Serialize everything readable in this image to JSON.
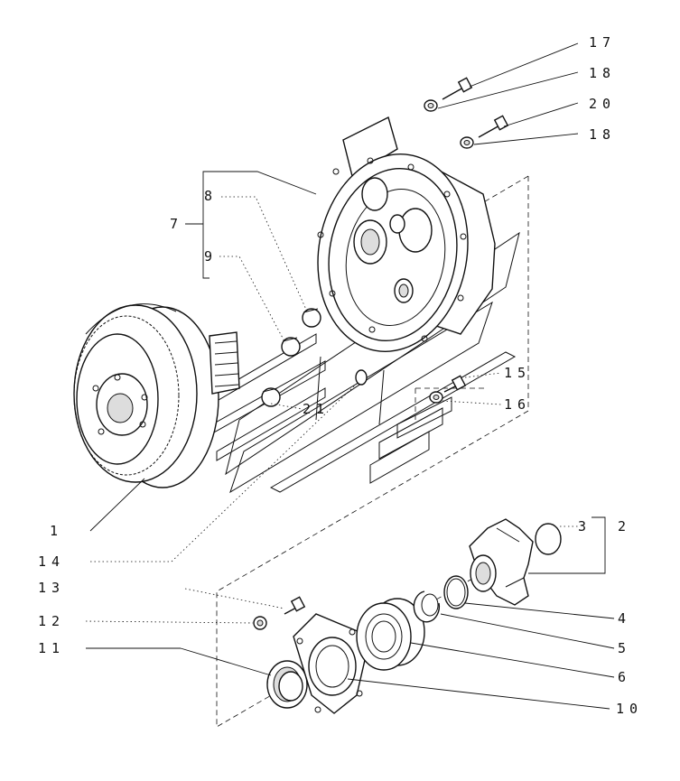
{
  "callouts": {
    "c17": "17",
    "c18a": "18",
    "c20": "20",
    "c18b": "18",
    "c7": "7",
    "c8": "8",
    "c9": "9",
    "c21": "21",
    "c15": "15",
    "c16": "16",
    "c1": "1",
    "c14": "14",
    "c13": "13",
    "c12": "12",
    "c11": "11",
    "c3": "3",
    "c2": "2",
    "c4": "4",
    "c5": "5",
    "c6": "6",
    "c10": "10"
  }
}
